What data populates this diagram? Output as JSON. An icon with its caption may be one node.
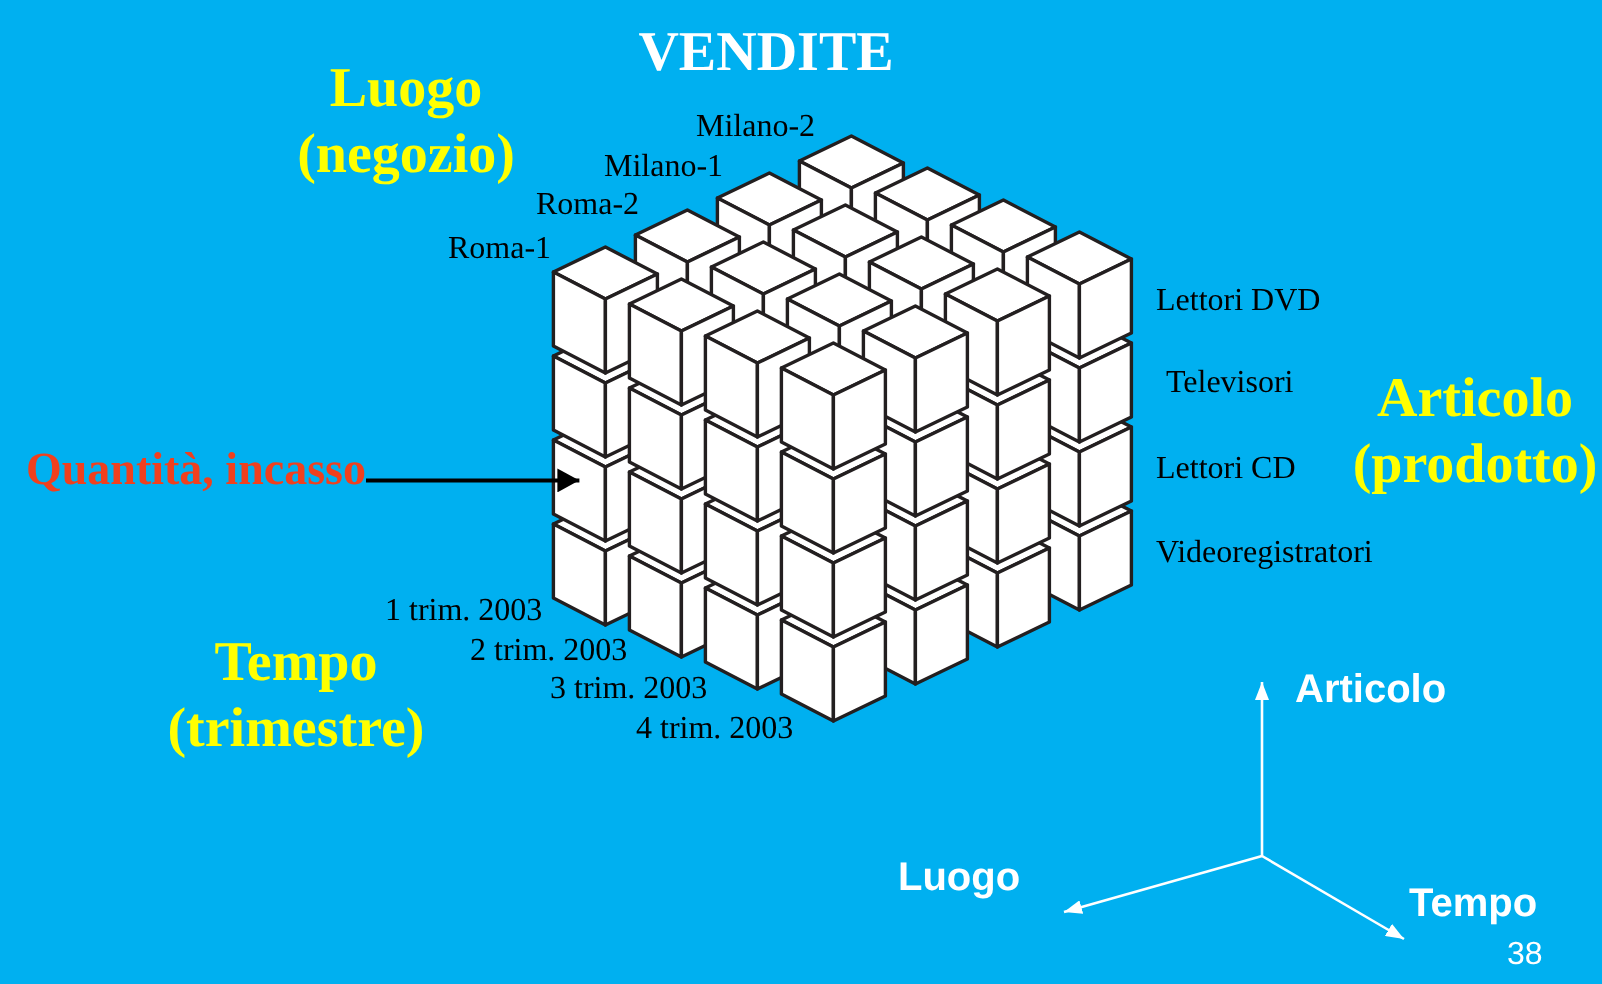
{
  "diagram": {
    "title": "VENDITE",
    "nodes": [
      {
        "text": [
          "Quantità, incasso"
        ]
      },
      {
        "text": [],
        "shape": "cube"
      }
    ],
    "edges": [
      {
        "from": 0,
        "to": 1,
        "arrow": "to"
      }
    ],
    "labels": [
      "Luogo (negozio)",
      "Milano-2",
      "Milano-1",
      "Roma-2",
      "Roma-1",
      "Lettori DVD",
      "Televisori",
      "Articolo (prodotto)",
      "Lettori CD",
      "Videoregistratori",
      "1 trim. 2003",
      "2 trim. 2003",
      "Tempo (trimestre)",
      "3 trim. 2003",
      "4 trim. 2003",
      "Articolo",
      "Luogo",
      "Tempo",
      "38"
    ]
  }
}
